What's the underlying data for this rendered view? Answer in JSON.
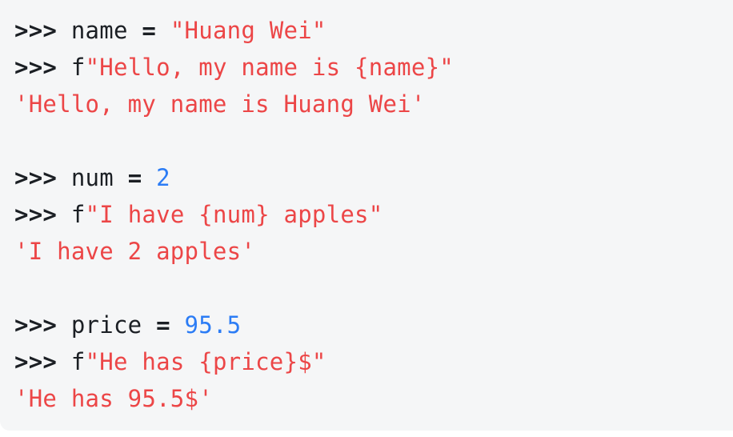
{
  "colors": {
    "page_background": "#ffffff",
    "code_background": "#f5f6f7",
    "text": "#1b1f24",
    "string": "#ec4647",
    "number": "#2b7cf5"
  },
  "code_block": {
    "lines": [
      {
        "segments": [
          {
            "text": ">>> ",
            "style": "prompt"
          },
          {
            "text": "name ",
            "style": "plain"
          },
          {
            "text": "= ",
            "style": "operator"
          },
          {
            "text": "\"Huang Wei\"",
            "style": "string"
          }
        ]
      },
      {
        "segments": [
          {
            "text": ">>> ",
            "style": "prompt"
          },
          {
            "text": "f",
            "style": "plain"
          },
          {
            "text": "\"Hello, my name is {name}\"",
            "style": "string"
          }
        ]
      },
      {
        "segments": [
          {
            "text": "'Hello, my name is Huang Wei'",
            "style": "string"
          }
        ]
      },
      {
        "segments": []
      },
      {
        "segments": [
          {
            "text": ">>> ",
            "style": "prompt"
          },
          {
            "text": "num ",
            "style": "plain"
          },
          {
            "text": "= ",
            "style": "operator"
          },
          {
            "text": "2",
            "style": "number"
          }
        ]
      },
      {
        "segments": [
          {
            "text": ">>> ",
            "style": "prompt"
          },
          {
            "text": "f",
            "style": "plain"
          },
          {
            "text": "\"I have {num} apples\"",
            "style": "string"
          }
        ]
      },
      {
        "segments": [
          {
            "text": "'I have 2 apples'",
            "style": "string"
          }
        ]
      },
      {
        "segments": []
      },
      {
        "segments": [
          {
            "text": ">>> ",
            "style": "prompt"
          },
          {
            "text": "price ",
            "style": "plain"
          },
          {
            "text": "= ",
            "style": "operator"
          },
          {
            "text": "95.5",
            "style": "number"
          }
        ]
      },
      {
        "segments": [
          {
            "text": ">>> ",
            "style": "prompt"
          },
          {
            "text": "f",
            "style": "plain"
          },
          {
            "text": "\"He has {price}$\"",
            "style": "string"
          }
        ]
      },
      {
        "segments": [
          {
            "text": "'He has 95.5$'",
            "style": "string"
          }
        ]
      }
    ]
  }
}
